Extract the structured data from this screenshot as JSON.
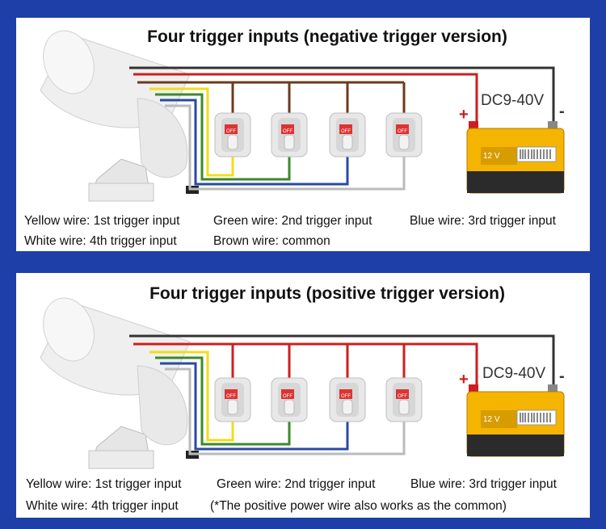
{
  "colors": {
    "background": "#1e3fa8",
    "panel": "#ffffff",
    "common_wire": "#333333",
    "positive_wire": "#cc1f1f",
    "yellow_wire": "#f2dd1a",
    "green_wire": "#3b8a2a",
    "blue_wire": "#2a4aa0",
    "white_wire": "#bbbbbb",
    "brown_wire": "#6b3a1e",
    "battery_body": "#f4b400"
  },
  "icons": [
    "horn-speaker-icon",
    "toggle-switch-icon",
    "battery-icon"
  ],
  "panels": [
    {
      "title": "Four trigger inputs (negative trigger version)",
      "battery": {
        "voltage_label": "DC9-40V",
        "plus": "+",
        "minus": "-",
        "battery_label": "12 V"
      },
      "switch_label": "OFF",
      "captions": [
        "Yellow wire: 1st trigger input",
        "Green wire: 2nd trigger input",
        "Blue wire: 3rd trigger input",
        "White wire: 4th trigger input",
        "Brown wire: common"
      ]
    },
    {
      "title": "Four trigger inputs (positive trigger version)",
      "battery": {
        "voltage_label": "DC9-40V",
        "plus": "+",
        "minus": "-",
        "battery_label": "12 V"
      },
      "switch_label": "OFF",
      "captions": [
        "Yellow wire: 1st trigger input",
        "Green wire: 2nd trigger input",
        "Blue wire: 3rd trigger input",
        "White wire: 4th trigger input",
        "(*The positive power wire also works as the common)"
      ]
    }
  ]
}
